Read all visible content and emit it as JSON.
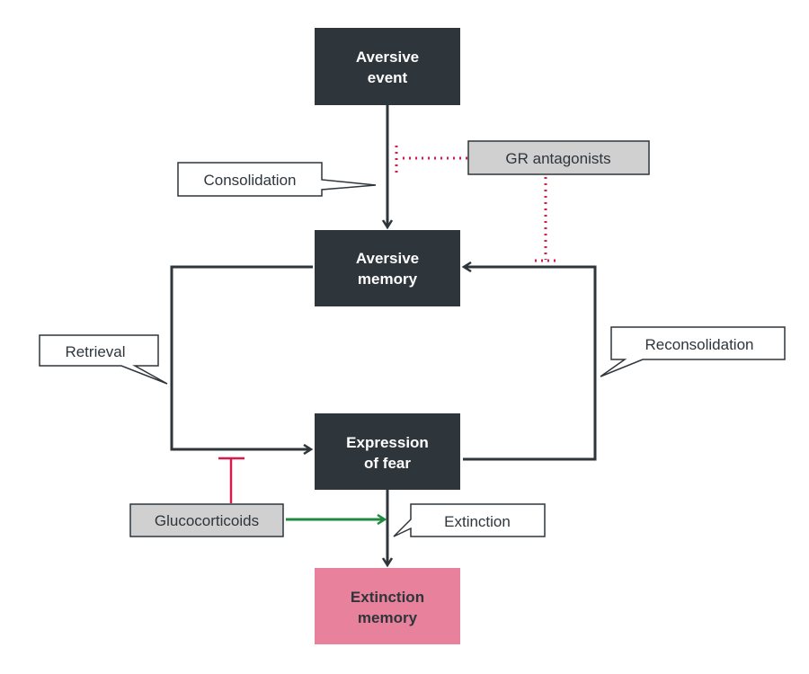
{
  "colors": {
    "node": "#2e353b",
    "extinction": "#e8829c",
    "drug": "#d0d0d0",
    "inhibit": "#d81b4a",
    "promote": "#1f8a3e"
  },
  "nodes": {
    "aversive_event": [
      "Aversive",
      "event"
    ],
    "aversive_memory": [
      "Aversive",
      "memory"
    ],
    "expression": [
      "Expression",
      "of fear"
    ],
    "extinction_memory": [
      "Extinction",
      "memory"
    ]
  },
  "callouts": {
    "consolidation": "Consolidation",
    "retrieval": "Retrieval",
    "reconsolidation": "Reconsolidation",
    "extinction": "Extinction"
  },
  "modulators": {
    "gr": "GR antagonists",
    "gluco": "Glucocorticoids"
  }
}
